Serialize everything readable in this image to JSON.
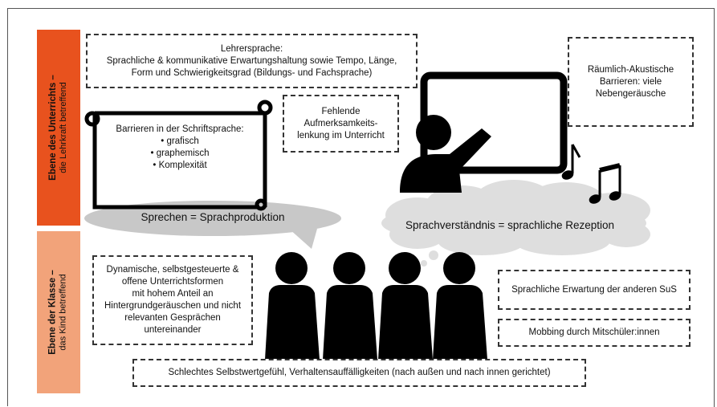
{
  "colors": {
    "band_top": "#e8521e",
    "band_bottom": "#f2a37a",
    "speech": "#c8c8c8",
    "cloud": "#dedede",
    "ink": "#000000"
  },
  "bands": {
    "top": {
      "title": "Ebene des Unterrichts –",
      "subtitle": "die Lehrkraft betreffend"
    },
    "bottom": {
      "title": "Ebene der Klasse –",
      "subtitle": "das Kind betreffend"
    }
  },
  "boxes": {
    "teacher_language": {
      "lines": [
        "Lehrersprache:",
        "Sprachliche & kommunikative Erwartungshaltung sowie Tempo, Länge,",
        "Form und Schwierigkeitsgrad (Bildungs- und Fachsprache)"
      ]
    },
    "acoustic": {
      "lines": [
        "Räumlich-Akustische",
        "Barrieren: viele",
        "Nebengeräusche"
      ]
    },
    "attention": {
      "lines": [
        "Fehlende",
        "Aufmerksamkeits-",
        "lenkung im Unterricht"
      ]
    },
    "written": {
      "title": "Barrieren in der Schriftsprache:",
      "items": [
        "• grafisch",
        "• graphemisch",
        "• Komplexität"
      ]
    },
    "dynamic": {
      "lines": [
        "Dynamische, selbstgesteuerte &",
        "offene Unterrichtsformen",
        "mit hohem Anteil an",
        "Hintergrundgeräuschen und nicht",
        "relevanten Gesprächen",
        "untereinander"
      ]
    },
    "expectation": {
      "lines": [
        "Sprachliche Erwartung der anderen SuS"
      ]
    },
    "mobbing": {
      "lines": [
        "Mobbing durch Mitschüler:innen"
      ]
    },
    "selfworth": {
      "lines": [
        "Schlechtes Selbstwertgefühl, Verhaltensauffälligkeiten (nach außen und nach innen gerichtet)"
      ]
    }
  },
  "speech": "Sprechen = Sprachproduktion",
  "comprehension": "Sprachverständnis = sprachliche Rezeption",
  "icons": [
    "teacher-icon",
    "blackboard-icon",
    "music-notes-icon",
    "students-icon",
    "scroll-icon",
    "speech-bubble-icon",
    "thought-cloud-icon"
  ]
}
